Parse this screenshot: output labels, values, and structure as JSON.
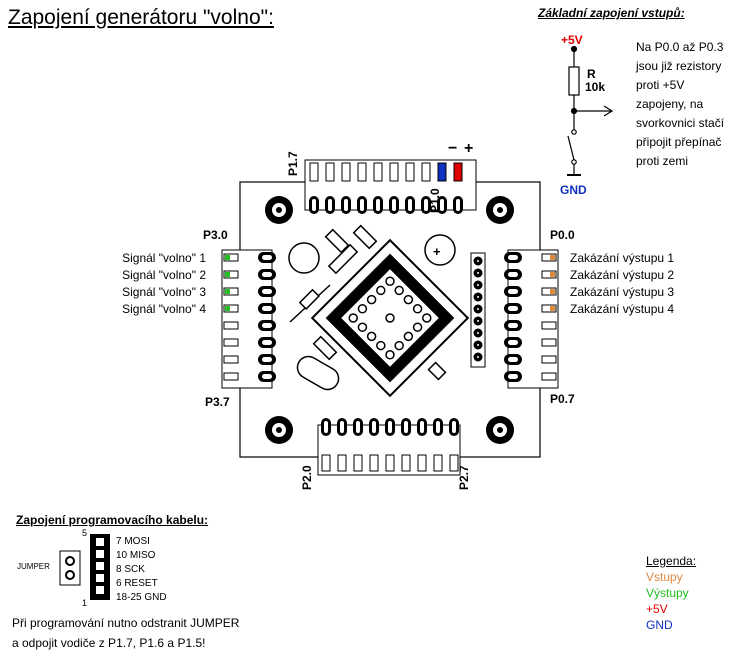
{
  "title": "Zapojení generátoru \"volno\":",
  "schematic": {
    "title": "Základní zapojení vstupů:",
    "vcc": "+5V",
    "resistor_name": "R",
    "resistor_value": "10k",
    "gnd": "GND",
    "description": "Na P0.0 až P0.3 jsou již rezistory proti +5V zapojeny, na svorkovnici stačí připojit přepínač proti zemi"
  },
  "board": {
    "p17": "P1.7",
    "p10": "P1.0",
    "minus": "−",
    "plus": "+",
    "p30": "P3.0",
    "p37": "P3.7",
    "p00": "P0.0",
    "p07": "P0.7",
    "p20": "P2.0",
    "p27": "P2.7",
    "signals": [
      "Signál \"volno\" 1",
      "Signál \"volno\" 2",
      "Signál \"volno\" 3",
      "Signál \"volno\" 4"
    ],
    "disables": [
      "Zakázání výstupu 1",
      "Zakázání výstupu 2",
      "Zakázání výstupu 3",
      "Zakázání výstupu 4"
    ]
  },
  "programming": {
    "title": "Zapojení programovacího kabelu:",
    "jumper": "JUMPER",
    "pin_top": "5",
    "pin_bottom": "1",
    "pins": [
      "7   MOSI",
      "10 MISO",
      "8   SCK",
      "6   RESET",
      "18-25  GND"
    ],
    "note_line1": "Při programování nutno odstranit JUMPER",
    "note_line2": "a odpojit vodiče z P1.7, P1.6 a P1.5!"
  },
  "legend": {
    "title": "Legenda:",
    "items": [
      {
        "label": "Vstupy",
        "color": "#e08a40"
      },
      {
        "label": "Výstupy",
        "color": "#22c022"
      },
      {
        "label": "+5V",
        "color": "#e00000"
      },
      {
        "label": "GND",
        "color": "#1030c0"
      }
    ]
  },
  "colors": {
    "vcc": "#e00000",
    "gnd": "#1030c0",
    "input": "#e08a40",
    "output": "#22c022"
  }
}
